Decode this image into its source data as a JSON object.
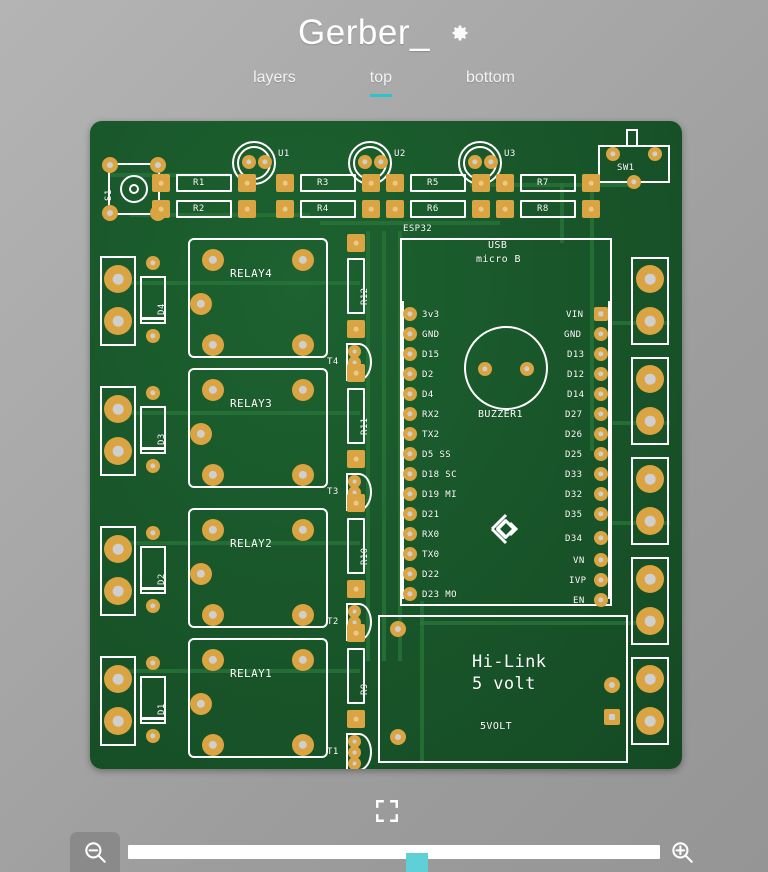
{
  "header": {
    "title": "Gerber_",
    "settings_icon": "gear-icon",
    "tabs": [
      {
        "label": "layers",
        "active": false
      },
      {
        "label": "top",
        "active": true
      },
      {
        "label": "bottom",
        "active": false
      }
    ]
  },
  "colors": {
    "accent": "#2bc4cc",
    "slider_handle": "#5ed0d6",
    "board_green": "#19572a",
    "copper": "#d9a441",
    "silkscreen": "#ffffff",
    "background": "#a8a8a8"
  },
  "board": {
    "layer": "top",
    "silkscreen_labels": {
      "switch_s1": "S1",
      "switch_sw1": "SW1",
      "module_esp32": "ESP32",
      "usb_line1": "USB",
      "usb_line2": "micro B",
      "buzzer": "BUZZER1",
      "power_line1": "Hi-Link",
      "power_line2": "5 volt",
      "power_ref": "5VOLT"
    },
    "optocouplers": [
      "U1",
      "U2",
      "U3"
    ],
    "resistors_top": [
      "R1",
      "R2",
      "R3",
      "R4",
      "R5",
      "R6",
      "R7",
      "R8"
    ],
    "resistors_mid": [
      "R12",
      "R11",
      "R10",
      "R9"
    ],
    "transistors": [
      "T4",
      "T3",
      "T2",
      "T1"
    ],
    "diodes": [
      "D4",
      "D3",
      "D2",
      "D1"
    ],
    "relays": [
      "RELAY4",
      "RELAY3",
      "RELAY2",
      "RELAY1"
    ],
    "esp32_pins_left": [
      "3v3",
      "GND",
      "D15",
      "D2",
      "D4",
      "RX2",
      "TX2",
      "D5 SS",
      "D18 SC",
      "D19 MI",
      "D21",
      "RX0",
      "TX0",
      "D22",
      "D23 MO"
    ],
    "esp32_pins_right": [
      "VIN",
      "GND",
      "D13",
      "D12",
      "D14",
      "D27",
      "D26",
      "D25",
      "D33",
      "D32",
      "D35",
      "D34",
      "VN",
      "IVP",
      "EN"
    ]
  },
  "controls": {
    "fullscreen_icon": "fullscreen-icon",
    "zoom_out_icon": "zoom-out-icon",
    "zoom_in_icon": "zoom-in-icon",
    "zoom_slider_value": 42
  }
}
